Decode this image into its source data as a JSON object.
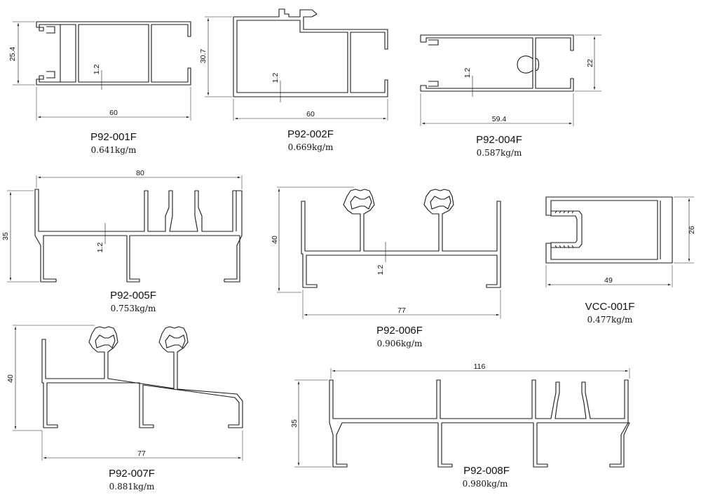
{
  "profiles": [
    {
      "code": "P92-001F",
      "weight": "0.641kg/m",
      "width": "60",
      "height": "25.4",
      "wall": "1.2"
    },
    {
      "code": "P92-002F",
      "weight": "0.669kg/m",
      "width": "60",
      "height": "30.7",
      "wall": "1.2"
    },
    {
      "code": "P92-004F",
      "weight": "0.587kg/m",
      "width": "59.4",
      "height": "22",
      "wall": "1.2"
    },
    {
      "code": "P92-005F",
      "weight": "0.753kg/m",
      "width": "80",
      "height": "35",
      "wall": "1.2"
    },
    {
      "code": "P92-006F",
      "weight": "0.906kg/m",
      "width": "77",
      "height": "40",
      "wall": "1.2"
    },
    {
      "code": "VCC-001F",
      "weight": "0.477kg/m",
      "width": "49",
      "height": "26"
    },
    {
      "code": "P92-007F",
      "weight": "0.881kg/m",
      "width": "77",
      "height": "40"
    },
    {
      "code": "P92-008F",
      "weight": "0.980kg/m",
      "width": "116",
      "height": "35"
    }
  ]
}
